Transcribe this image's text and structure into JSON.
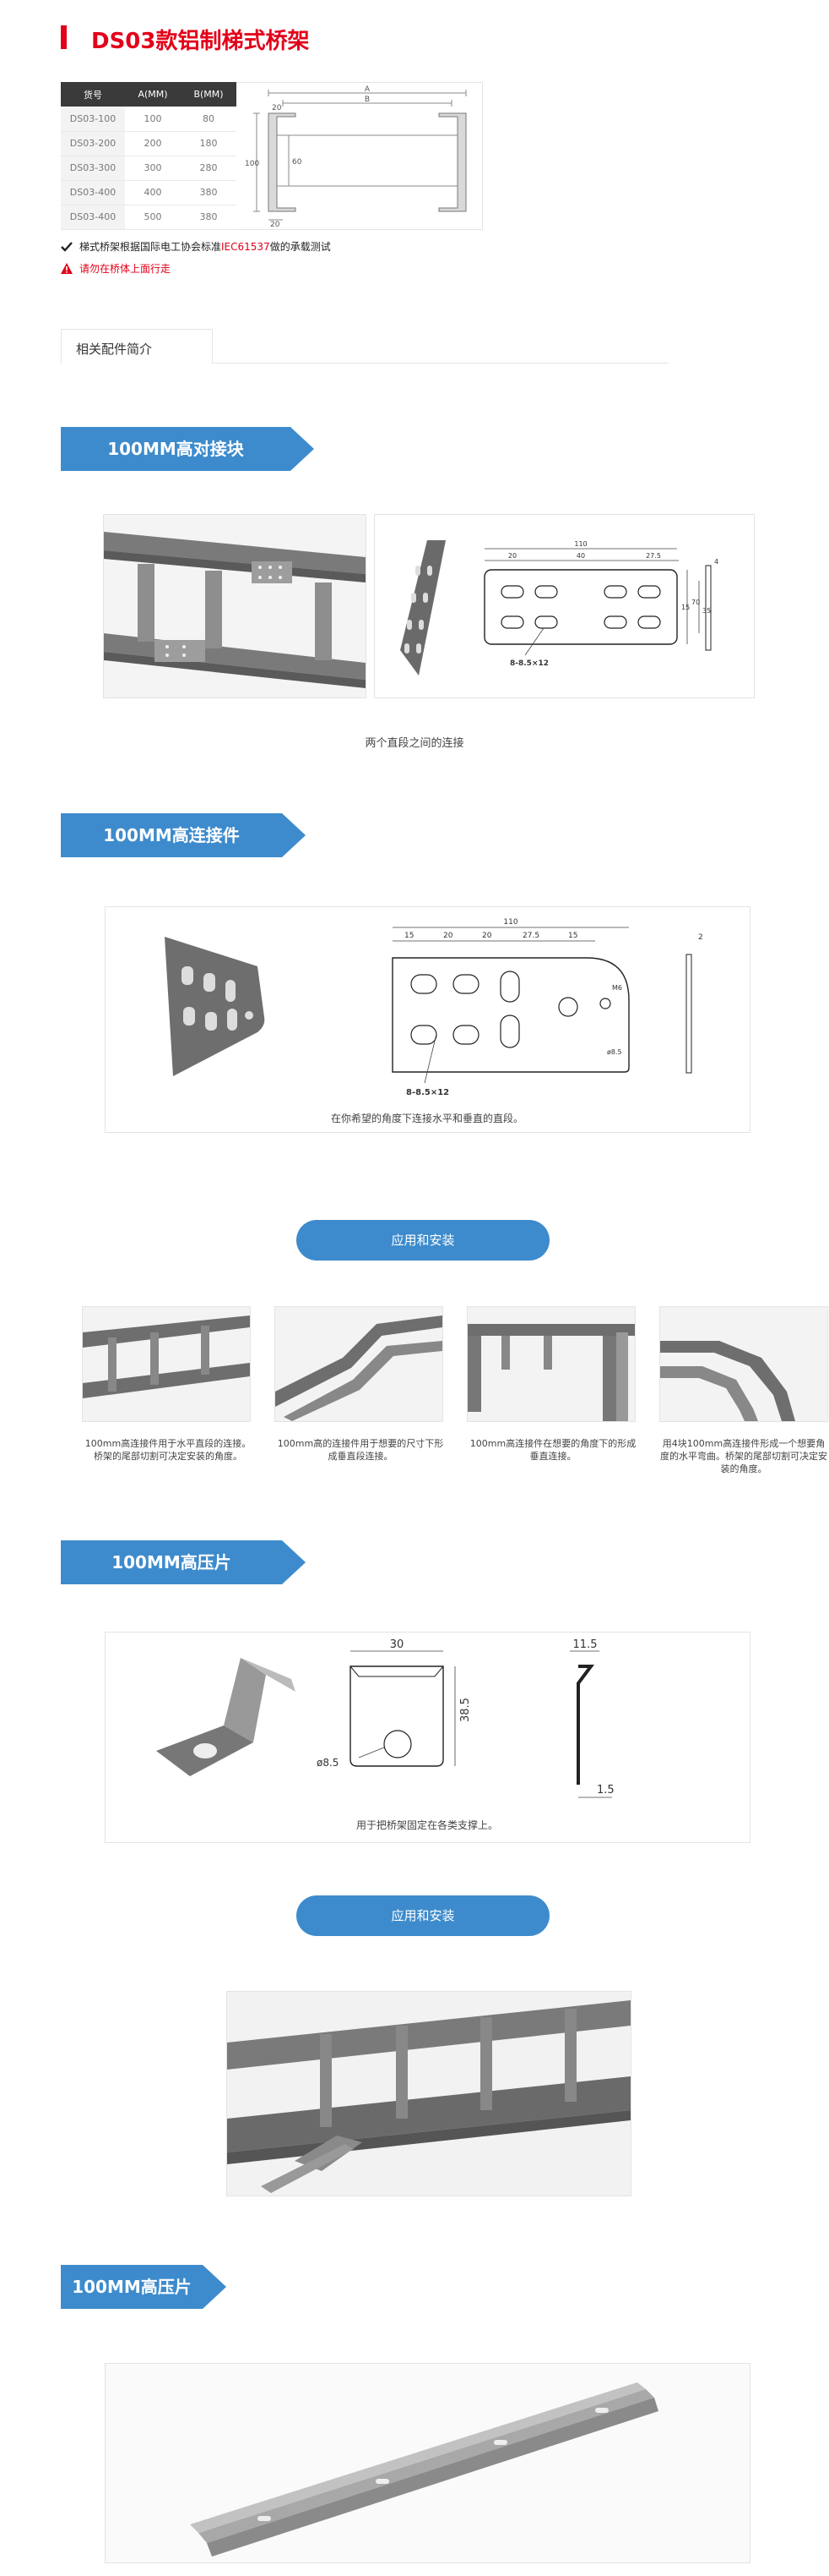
{
  "header": {
    "title": "DS03款铝制梯式桥架"
  },
  "spec_table": {
    "headers": [
      "货号",
      "A(MM)",
      "B(MM)"
    ],
    "rows": [
      [
        "DS03-100",
        "100",
        "80"
      ],
      [
        "DS03-200",
        "200",
        "180"
      ],
      [
        "DS03-300",
        "300",
        "280"
      ],
      [
        "DS03-400",
        "400",
        "380"
      ],
      [
        "DS03-400",
        "500",
        "380"
      ]
    ],
    "drawing_labels": {
      "a": "A",
      "b": "B",
      "w20": "20",
      "h100": "100",
      "h60": "60",
      "w20b": "20"
    }
  },
  "notes": {
    "note1_pre": "梯式桥架根据国际电工协会标准",
    "note1_std": "IEC61537",
    "note1_post": "做的承载测试",
    "note2": "请勿在桥体上面行走"
  },
  "tabs": {
    "active": "相关配件简介"
  },
  "sections": {
    "s1": {
      "title": "100MM高对接块",
      "caption": "两个直段之间的连接",
      "dims": {
        "total": "110",
        "d1": "20",
        "d2": "40",
        "d3": "27.5",
        "v1": "15",
        "v2": "70",
        "v3": "35",
        "thk": "4",
        "holes": "8-8.5×12"
      }
    },
    "s2": {
      "title": "100MM高连接件",
      "caption": "在你希望的角度下连接水平和垂直的直段。",
      "dims": {
        "total": "110",
        "d1": "15",
        "d2": "20",
        "d3": "20",
        "d4": "27.5",
        "d5": "15",
        "thk": "2",
        "m6": "M6",
        "r": "ø8.5",
        "holes": "8-8.5×12"
      }
    },
    "install1": {
      "button": "应用和安装",
      "captions": [
        "100mm高连接件用于水平直段的连接。桥架的尾部切割可决定安装的角度。",
        "100mm高的连接件用于想要的尺寸下形成垂直段连接。",
        "100mm高连接件在想要的角度下的形成垂直连接。",
        "用4块100mm高连接件形成一个想要角度的水平弯曲。桥架的尾部切割可决定安装的角度。"
      ]
    },
    "s3": {
      "title": "100MM高压片",
      "caption": "用于把桥架固定在各类支撑上。",
      "dims": {
        "w": "30",
        "h": "38.5",
        "hole": "ø8.5",
        "t1": "11.5",
        "t2": "1.5"
      }
    },
    "install2": {
      "button": "应用和安装"
    },
    "s4": {
      "title": "100MM高压片"
    }
  },
  "colors": {
    "brand_red": "#e2001a",
    "banner_blue": "#3d8bcc",
    "dark_header": "#3a3a3a"
  }
}
